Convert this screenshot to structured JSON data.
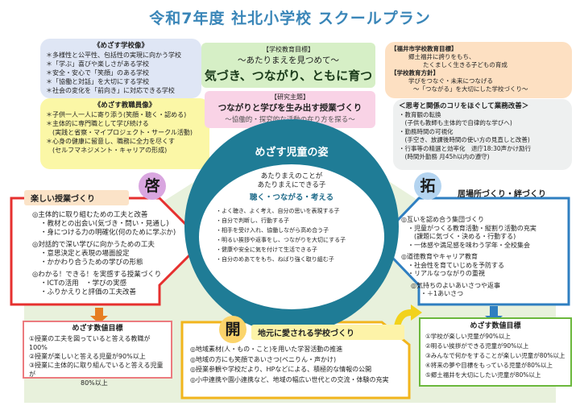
{
  "title": "令和7年度 社北小学校 スクールプラン",
  "school_image": {
    "header": "《めざす学校像》",
    "items": [
      "＊多様性と公平性、包括性の実現に向かう学校",
      "＊「学ぶ」喜びや楽しさがある学校",
      "＊安全・安心で「笑顔」のある学校",
      "＊「協働と対話」を大切にする学校",
      "＊社会の変化を「前向き」に対応できる学校"
    ]
  },
  "teacher_image": {
    "header": "《めざす教職員像》",
    "items": [
      "＊子供一人一人に寄り添う(笑顔・聴く・認める)",
      "＊主体的に専門職として学び続ける",
      "　(実践と省察・マイプロジェクト・サークル活動)",
      "＊心身の健康に留意し、職務に全力を尽くす",
      "　(セルフマネジメント・キャリアの形成)"
    ]
  },
  "school_goal": {
    "label": "【学校教育目標】",
    "line1": "～あたりまえを見つめて～",
    "line2": "気づき、つながり、ともに育つ"
  },
  "research": {
    "label": "【研究主題】",
    "theme": "つながりと学びを生み出す授業づくり",
    "sub": "～協働的・探究的な活動の在り方を探る～"
  },
  "fukui": {
    "label1": "【福井市学校教育目標】",
    "text1a": "郷土福井に誇りをもち、",
    "text1b": "たくましく生きる子どもの育成",
    "label2": "【学校教育方針】",
    "text2a": "学びをつなぐ・未来につなげる",
    "text2b": "～「つながる」を大切にした学校づくり～"
  },
  "reform": {
    "header": "＜思考と関係のコリをほぐして業務改善＞",
    "items": [
      "・教育観の転換",
      "　(子供も教師も主体的で自律的な学びへ)",
      "・勤務時間の可視化",
      "　(手空き、放課後時間の使い方の見直しと改善)",
      "・行事等の精選と効率化　退庁18:30声かけ励行",
      "　(時間外勤務 月45h以内の遵守)"
    ]
  },
  "circle": {
    "title": "めざす児童の姿",
    "lead1": "あたりまえのことが",
    "lead2": "あたりまえにできる子",
    "key": "聴く・つながる・考える",
    "items": [
      "・よく聴き、よく考え、自分の思いを表現する子",
      "・自分で判断し、行動する子",
      "・相手を受け入れ、協働しながら高め合う子",
      "・明るい挨拶や返事をし、つながりを大切にする子",
      "・健康や安全に気を付けて生活できる子",
      "・自分のめあてをもち、ねばり強く取り組む子"
    ]
  },
  "kei": {
    "badge": "啓",
    "heading": "楽しい授業づくり",
    "items": [
      "◎主体的に取り組むための工夫と改善",
      "・教材との出会い(気づき・問い・見通し)",
      "・身につける力の明確化(何のために学ぶか)",
      "◎対話的で深い学びに向かうための工夫",
      "・意思決定と表現の場面設定",
      "・かかわり合うための学びの形態",
      "◎わかる！できる！を実感する授業づくり",
      "・ICTの活用　・学びの実感",
      "・ふりかえりと評価の工夫改善"
    ]
  },
  "taku": {
    "badge": "拓",
    "heading": "居場所づくり・絆づくり",
    "items": [
      "◎互いを認め合う集団づくり",
      "・児童がつくる教育活動・縦割り活動の充実",
      "　(課題に気づく・決める・行動する)",
      "・一体感や満足感を味わう学年・全校集会",
      "◎道徳教育やキャリア教育",
      "・社会性を育ていじめを予防する",
      "・リアルなつながりの重視",
      "◎気持ちのよいあいさつや返事",
      "・＋1あいさつ"
    ]
  },
  "kai": {
    "badge": "開",
    "heading": "地元に愛される学校づくり",
    "items": [
      "◎地域素材(人・もの・こと)を用いた学習活動の推進",
      "◎地域の方にも笑顔であいさつ(ベニりん・声かけ)",
      "◎授業参観や学校だより、HPなどによる、積極的な情報の公開",
      "◎小中連携や園小連携など、地域の幅広い世代との交流・体験の充実"
    ]
  },
  "goal_left": {
    "header": "めざす数値目標",
    "items": [
      "①授業の工夫を図っていると答える教職が100%",
      "②授業が楽しいと答える児童が90%以上",
      "③授業に主体的に取り組んでいると答える児童が",
      "　　　　　　　　80%以上"
    ]
  },
  "goal_right": {
    "header": "めざす数値目標",
    "items": [
      "①学校が楽しい児童が90%以上",
      "②明るい挨拶ができる児童が90%以上",
      "③みんなで何かをすることが楽しい児童が80%以上",
      "④将来の夢や目標をもっている児童が80%以上",
      "⑤郷土福井を大切にしたい児童が80%以上"
    ]
  },
  "colors": {
    "kei": "#e6302f",
    "taku": "#2f7fc1",
    "kai": "#f2b51c",
    "circle": "#1f7c96"
  }
}
